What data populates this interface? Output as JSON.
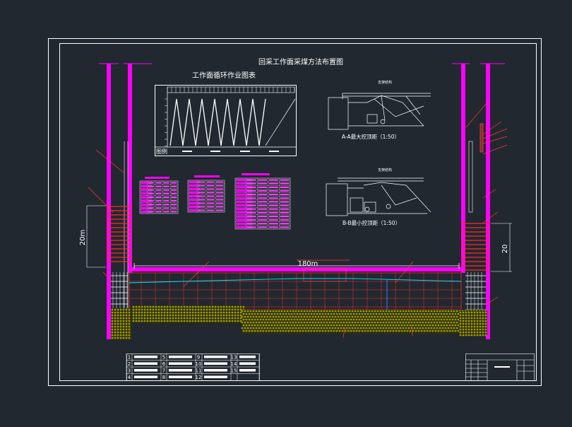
{
  "colors": {
    "background": "#212830",
    "frame": "#ffffff",
    "wall": "#ff00ff",
    "bolt": "#ff2a2a",
    "ground": "#e8e800",
    "leader": "#ff3b3b",
    "seam": "#00e5ff"
  },
  "drawing": {
    "title": "回采工作面采煤方法布置图",
    "dim_length": "180m",
    "dim_left": "20m",
    "dim_right": "20"
  },
  "cycle_chart": {
    "title": "工作面循环作业图表",
    "legend_label": "图例"
  },
  "sections": {
    "a_caption": "A-A最大控顶距（1:50）",
    "b_caption": "B-B最小控顶距（1:50）"
  },
  "legend_table": {
    "numbers": [
      "1",
      "2",
      "3",
      "4",
      "5",
      "6",
      "7",
      "8",
      "9",
      "10",
      "11",
      "12",
      "13",
      "14",
      "15"
    ]
  }
}
